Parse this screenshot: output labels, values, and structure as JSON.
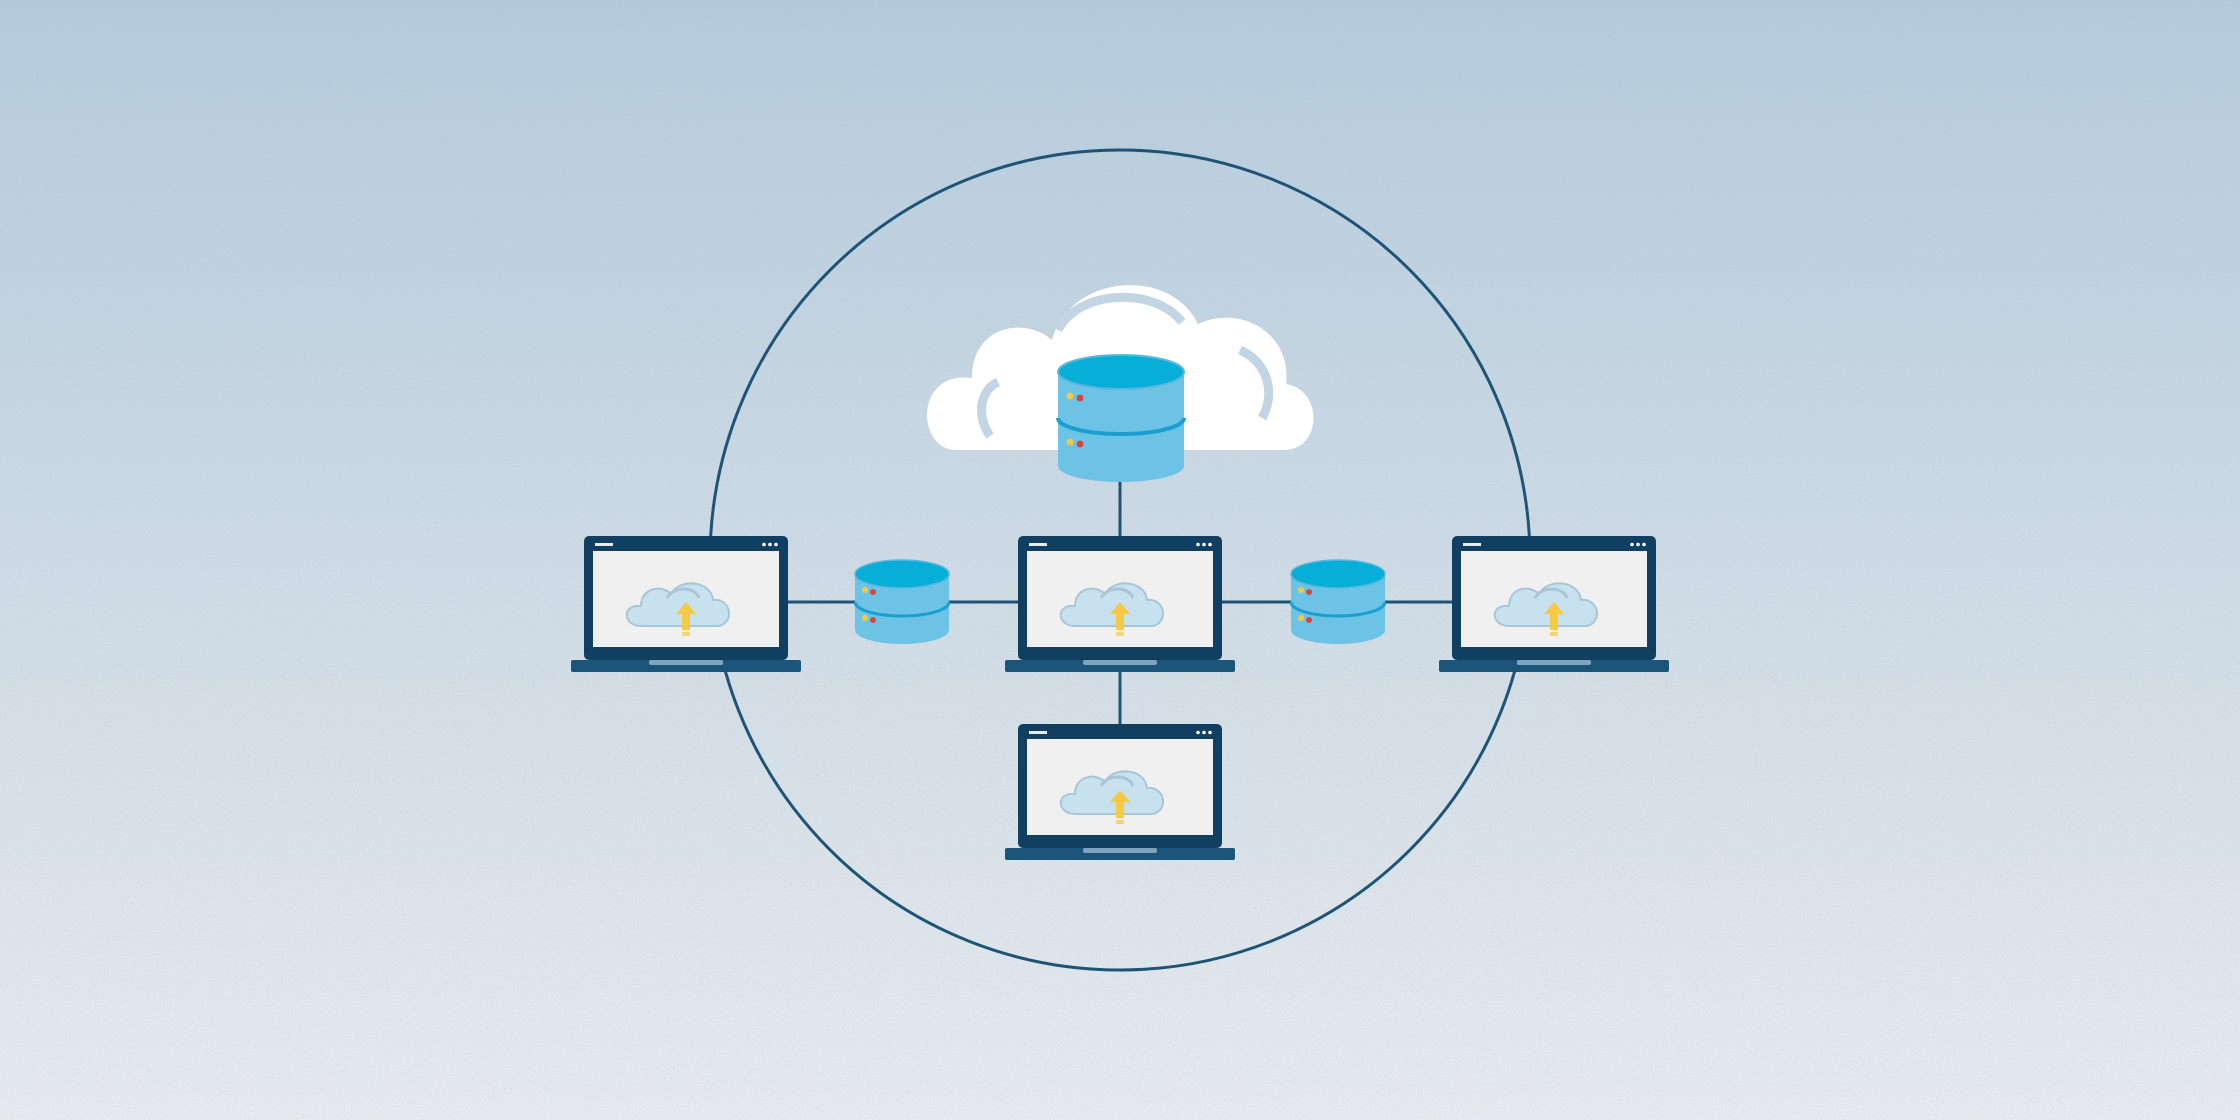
{
  "colors": {
    "background_top": "#b8cfe0",
    "background_bottom": "#f3f4f5",
    "line": "#1e5476",
    "laptop_frame": "#113f61",
    "laptop_base": "#1b5579",
    "laptop_screen": "#f0f0f0",
    "screen_cloud": "#c8e1ef",
    "screen_cloud_outline": "#a9c6d9",
    "upload_arrow": "#f6c945",
    "database_top": "#07aed8",
    "database_body": "#6cc3e6",
    "database_ring": "#1b9fd0",
    "led_yellow": "#f6c945",
    "led_red": "#d7463c",
    "cloud_fill": "#ffffff",
    "cloud_shadow": "#c3d4e2"
  },
  "diagram": {
    "nodes": [
      {
        "id": "cloud-server",
        "icon": "cloud-database-icon"
      },
      {
        "id": "laptop-left",
        "icon": "laptop-cloud-upload-icon"
      },
      {
        "id": "database-left",
        "icon": "database-icon"
      },
      {
        "id": "laptop-center",
        "icon": "laptop-cloud-upload-icon"
      },
      {
        "id": "database-right",
        "icon": "database-icon"
      },
      {
        "id": "laptop-right",
        "icon": "laptop-cloud-upload-icon"
      },
      {
        "id": "laptop-bottom",
        "icon": "laptop-cloud-upload-icon"
      }
    ],
    "edges": [
      {
        "from": "cloud-server",
        "to": "laptop-center"
      },
      {
        "from": "laptop-left",
        "to": "database-left"
      },
      {
        "from": "database-left",
        "to": "laptop-center"
      },
      {
        "from": "laptop-center",
        "to": "database-right"
      },
      {
        "from": "database-right",
        "to": "laptop-right"
      },
      {
        "from": "laptop-center",
        "to": "laptop-bottom"
      }
    ]
  }
}
